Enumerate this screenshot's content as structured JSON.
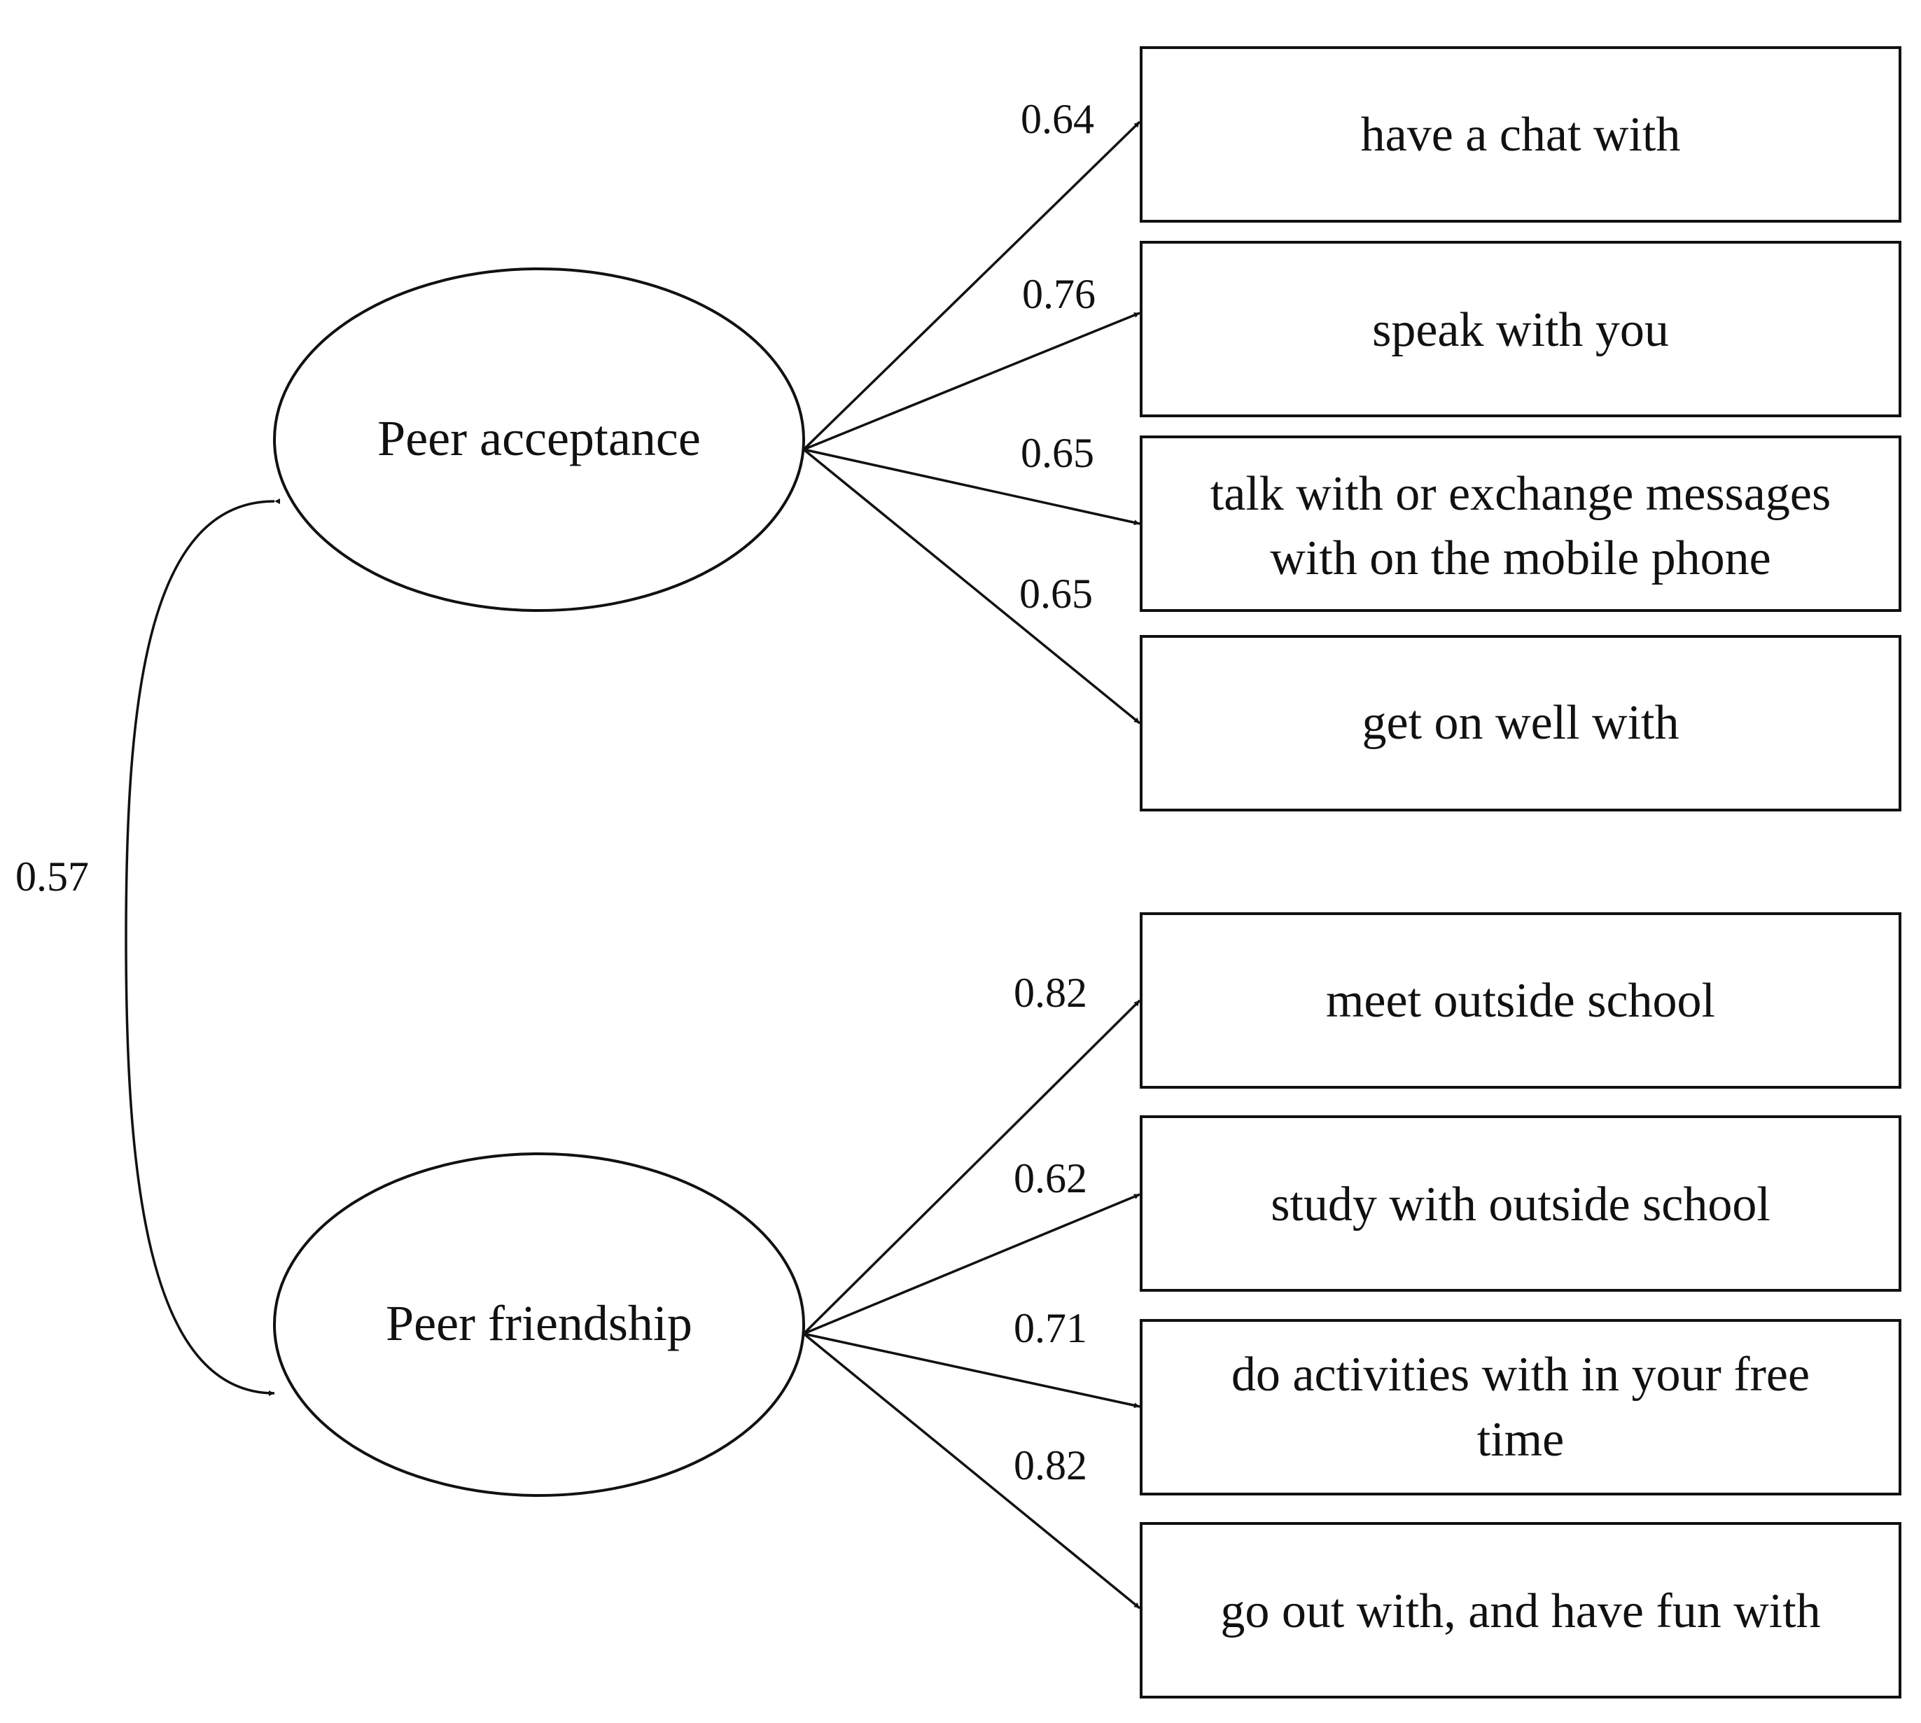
{
  "diagram": {
    "factors": [
      {
        "id": "peer-acceptance",
        "label": "Peer acceptance",
        "indicators": [
          {
            "label_lines": [
              "have a chat with"
            ],
            "loading": "0.64"
          },
          {
            "label_lines": [
              "speak with you"
            ],
            "loading": "0.76"
          },
          {
            "label_lines": [
              "talk with or exchange messages",
              "with on the mobile phone"
            ],
            "loading": "0.65"
          },
          {
            "label_lines": [
              "get on well with"
            ],
            "loading": "0.65"
          }
        ]
      },
      {
        "id": "peer-friendship",
        "label": "Peer friendship",
        "indicators": [
          {
            "label_lines": [
              "meet outside school"
            ],
            "loading": "0.82"
          },
          {
            "label_lines": [
              "study with outside school"
            ],
            "loading": "0.62"
          },
          {
            "label_lines": [
              "do activities with in your free",
              "time"
            ],
            "loading": "0.71"
          },
          {
            "label_lines": [
              "go out with, and have fun with"
            ],
            "loading": "0.82"
          }
        ]
      }
    ],
    "correlation": "0.57"
  }
}
